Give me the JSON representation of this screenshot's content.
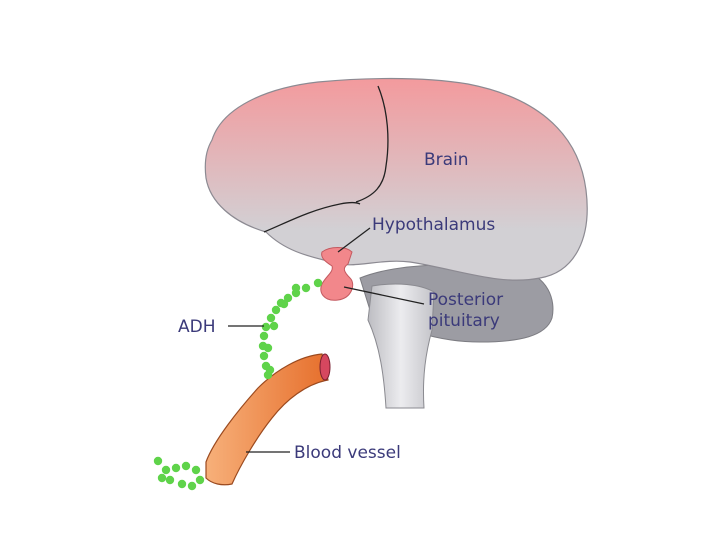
{
  "labels": {
    "brain": "Brain",
    "hypothalamus": "Hypothalamus",
    "posterior_line1": "Posterior",
    "posterior_line2": "pituitary",
    "adh": "ADH",
    "blood_vessel": "Blood vessel"
  },
  "colors": {
    "brain_top": "#f39a9d",
    "brain_bottom": "#d2d0d4",
    "cerebellum": "#9c9ca3",
    "brainstem": "#d6d6da",
    "pituitary": "#f2878b",
    "adh_dots": "#5fd34a",
    "vessel_light": "#f7b07a",
    "vessel_dark": "#e66f2c",
    "vessel_end": "#d6475f",
    "label_text": "#3b3a7a"
  }
}
